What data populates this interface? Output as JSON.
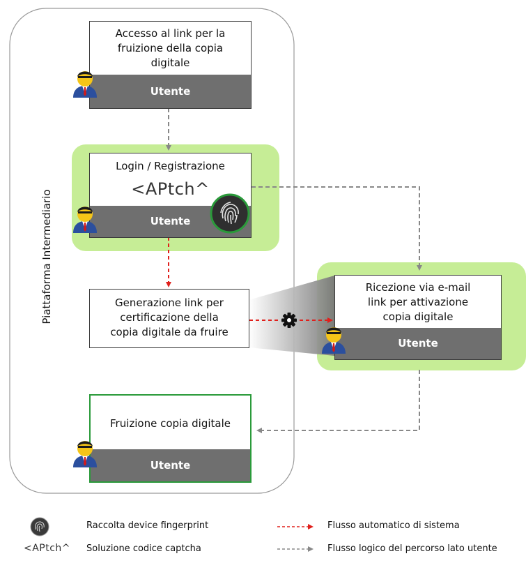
{
  "platform": {
    "label": "Piattaforma Intermediario"
  },
  "nodes": {
    "access": {
      "lines": [
        "Accesso al link per la",
        "fruizione della copia",
        "digitale"
      ],
      "role": "Utente"
    },
    "login": {
      "title": "Login / Registrazione",
      "captcha": "<APtch^",
      "role": "Utente"
    },
    "generation": {
      "lines": [
        "Generazione link per",
        "certificazione della",
        "copia digitale da fruire"
      ]
    },
    "email": {
      "lines": [
        "Ricezione via e-mail",
        "link per attivazione",
        "copia digitale"
      ],
      "role": "Utente"
    },
    "fruition": {
      "title": "Fruizione copia digitale",
      "role": "Utente"
    }
  },
  "icons": {
    "user": "user-icon",
    "fingerprint": "fingerprint-icon",
    "gear": "gear-icon"
  },
  "legend": {
    "fingerprint": {
      "label": "Raccolta device fingerprint"
    },
    "captcha": {
      "symbol": "<APtch^",
      "label": "Soluzione codice captcha"
    },
    "auto_flow": {
      "label": "Flusso automatico di sistema"
    },
    "logic_flow": {
      "label": "Flusso logico del percorso lato utente"
    }
  },
  "colors": {
    "highlight": "#c6ed96",
    "bar": "#6f6f6f",
    "auto_arrow": "#e0201c",
    "logic_arrow": "#888888",
    "fruition_border": "#2a9a3a"
  }
}
